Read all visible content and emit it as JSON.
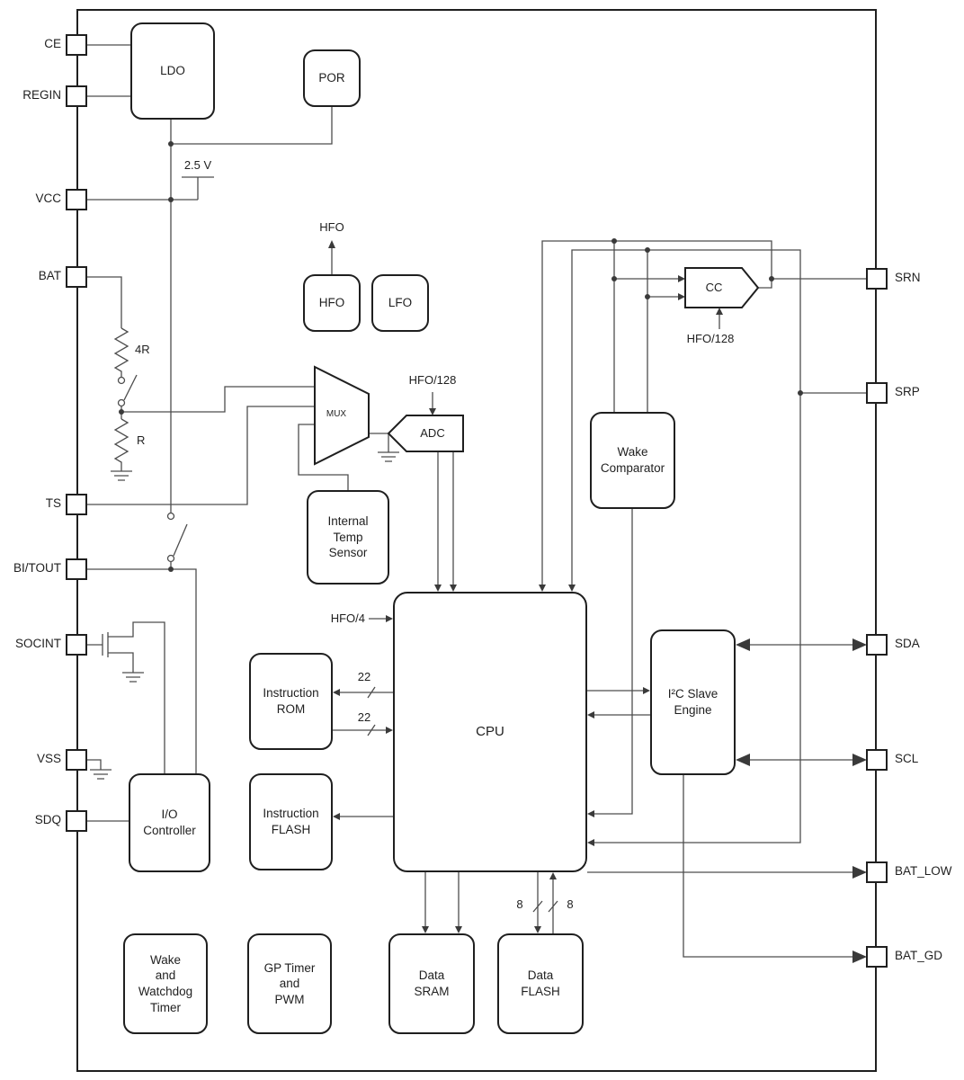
{
  "pins": {
    "left": [
      {
        "id": "ce",
        "label": "CE"
      },
      {
        "id": "regin",
        "label": "REGIN"
      },
      {
        "id": "vcc",
        "label": "VCC"
      },
      {
        "id": "bat",
        "label": "BAT"
      },
      {
        "id": "ts",
        "label": "TS"
      },
      {
        "id": "bitout",
        "label": "BI/TOUT"
      },
      {
        "id": "socint",
        "label": "SOCINT"
      },
      {
        "id": "vss",
        "label": "VSS"
      },
      {
        "id": "sdq",
        "label": "SDQ"
      }
    ],
    "right": [
      {
        "id": "srn",
        "label": "SRN"
      },
      {
        "id": "srp",
        "label": "SRP"
      },
      {
        "id": "sda",
        "label": "SDA"
      },
      {
        "id": "scl",
        "label": "SCL"
      },
      {
        "id": "bat_low",
        "label": "BAT_LOW"
      },
      {
        "id": "bat_gd",
        "label": "BAT_GD"
      }
    ]
  },
  "blocks": {
    "ldo": "LDO",
    "por": "POR",
    "hfo": "HFO",
    "lfo": "LFO",
    "mux": "MUX",
    "adc": "ADC",
    "cc": "CC",
    "internal_temp_sensor": "Internal\nTemp\nSensor",
    "wake_comparator": "Wake\nComparator",
    "cpu": "CPU",
    "instruction_rom": "Instruction\nROM",
    "instruction_flash": "Instruction\nFLASH",
    "io_controller": "I/O\nController",
    "i2c_slave_engine": "I²C Slave\nEngine",
    "wake_watchdog_timer": "Wake\nand\nWatchdog\nTimer",
    "gp_timer_pwm": "GP Timer\nand\nPWM",
    "data_sram": "Data\nSRAM",
    "data_flash": "Data\nFLASH"
  },
  "annotations": {
    "vreg": "2.5 V",
    "r_upper": "4R",
    "r_lower": "R",
    "hfo_out": "HFO",
    "hfo128_adc": "HFO/128",
    "hfo128_cc": "HFO/128",
    "hfo4": "HFO/4",
    "bus22_a": "22",
    "bus22_b": "22",
    "bus8_a": "8",
    "bus8_b": "8"
  },
  "colors": {
    "wire": "#4d4d4d",
    "block_border": "#1f1f1f",
    "text": "#1f1f1f",
    "background": "#ffffff"
  }
}
